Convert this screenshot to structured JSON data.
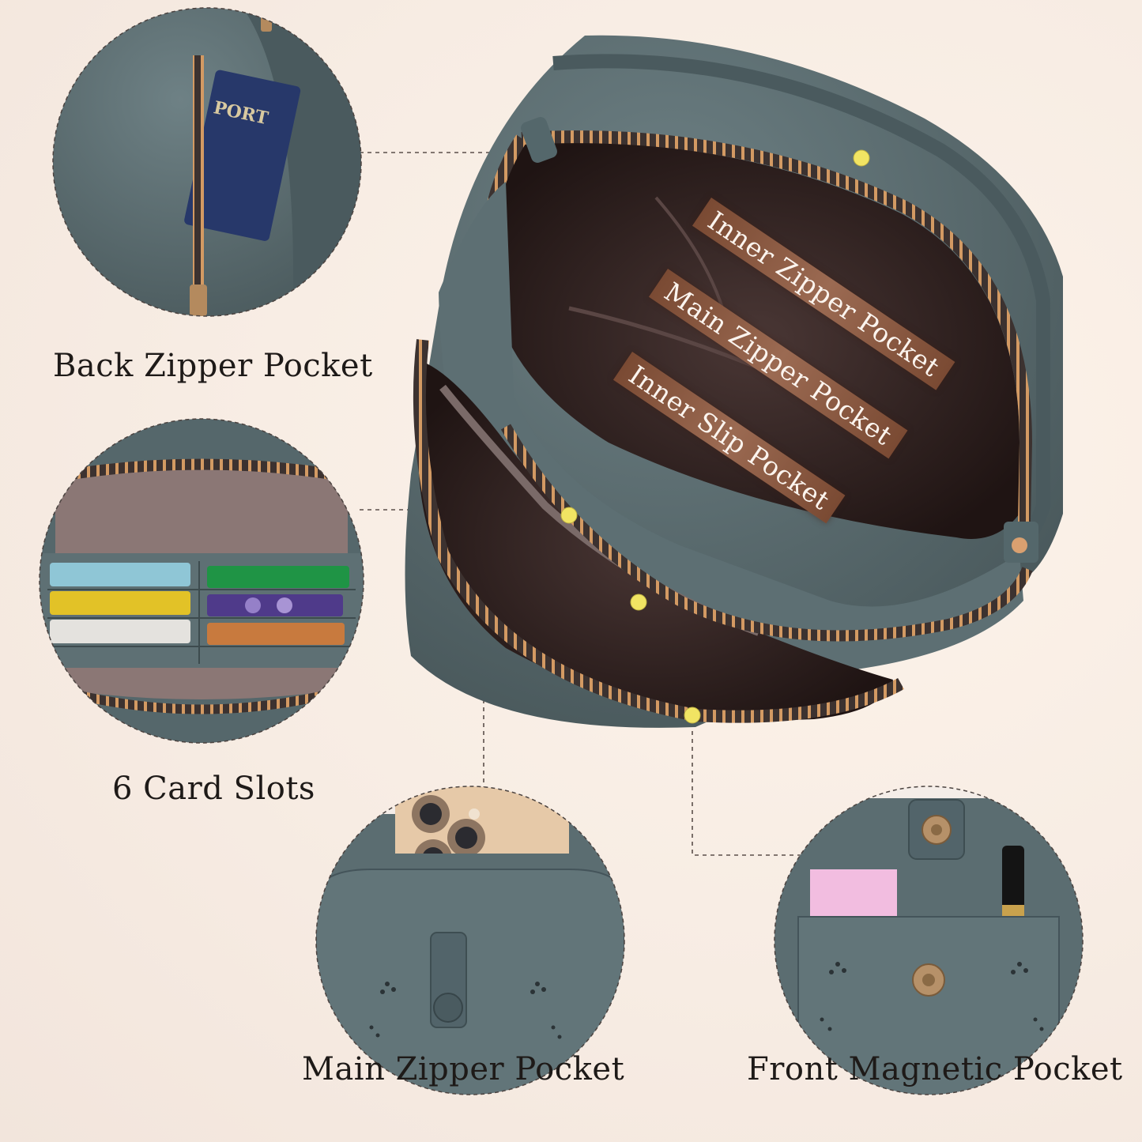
{
  "labels": {
    "back_zipper_pocket": "Back Zipper Pocket",
    "card_slots": "6 Card Slots",
    "main_zipper_pocket": "Main Zipper Pocket",
    "front_magnetic_pocket": "Front Magnetic Pocket"
  },
  "inner_labels": {
    "inner_zipper_pocket": "Inner Zipper Pocket",
    "main_zipper_pocket": "Main Zipper Pocket",
    "inner_slip_pocket": "Inner Slip Pocket"
  },
  "passport_text": "PORT",
  "colors": {
    "leather": "#5b6d71",
    "leather_dark": "#46565a",
    "lining": "#8a7a78",
    "zipper": "#c78a52",
    "marker": "#f1e463",
    "background": "#f7ece3"
  }
}
